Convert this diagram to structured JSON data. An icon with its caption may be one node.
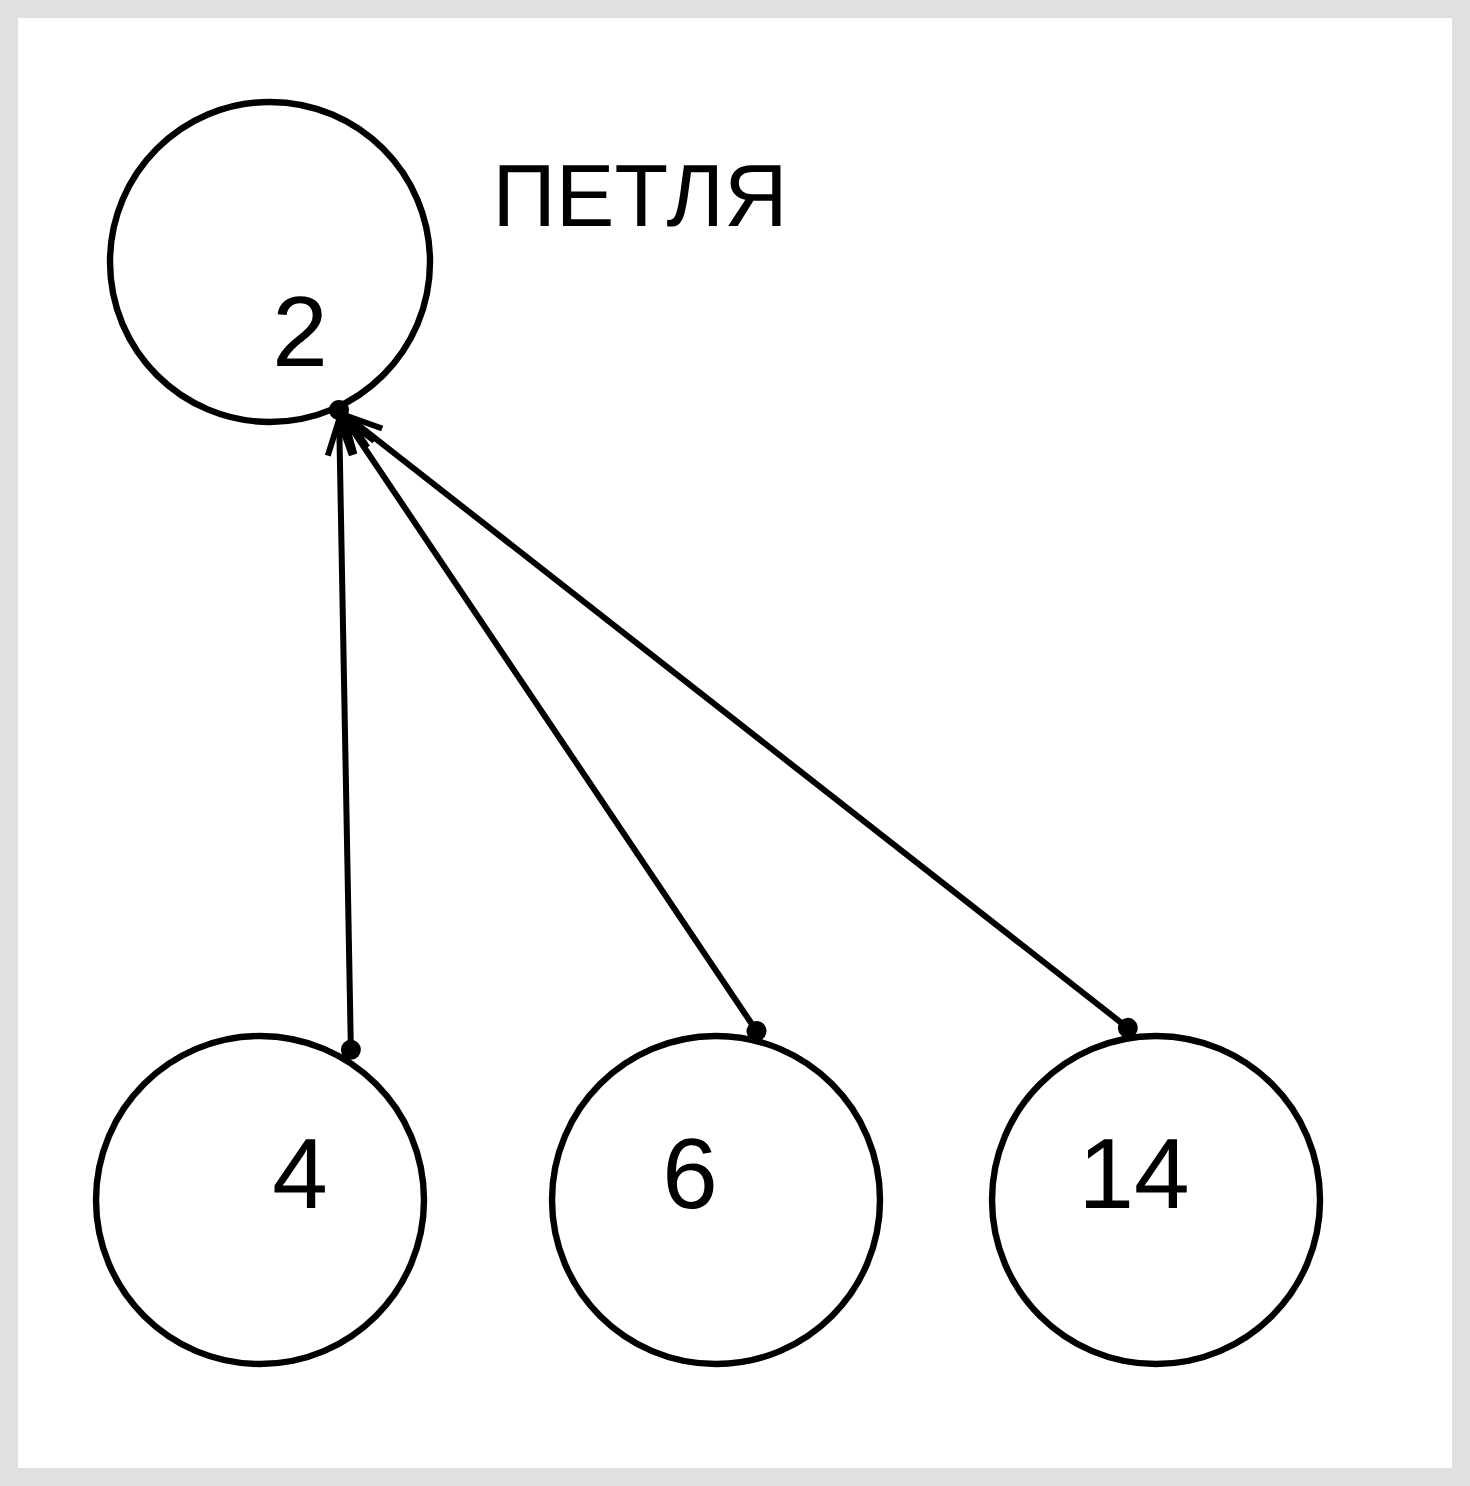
{
  "diagram": {
    "nodes": [
      {
        "text": [
          "2"
        ]
      },
      {
        "text": [
          "4"
        ]
      },
      {
        "text": [
          "6"
        ]
      },
      {
        "text": [
          "14"
        ]
      }
    ],
    "edges": [
      {
        "from": 1,
        "to": 0,
        "arrow": "to"
      },
      {
        "from": 2,
        "to": 0,
        "arrow": "to"
      },
      {
        "from": 3,
        "to": 0,
        "arrow": "to"
      }
    ],
    "labels": [
      "ПЕТЛЯ"
    ]
  }
}
